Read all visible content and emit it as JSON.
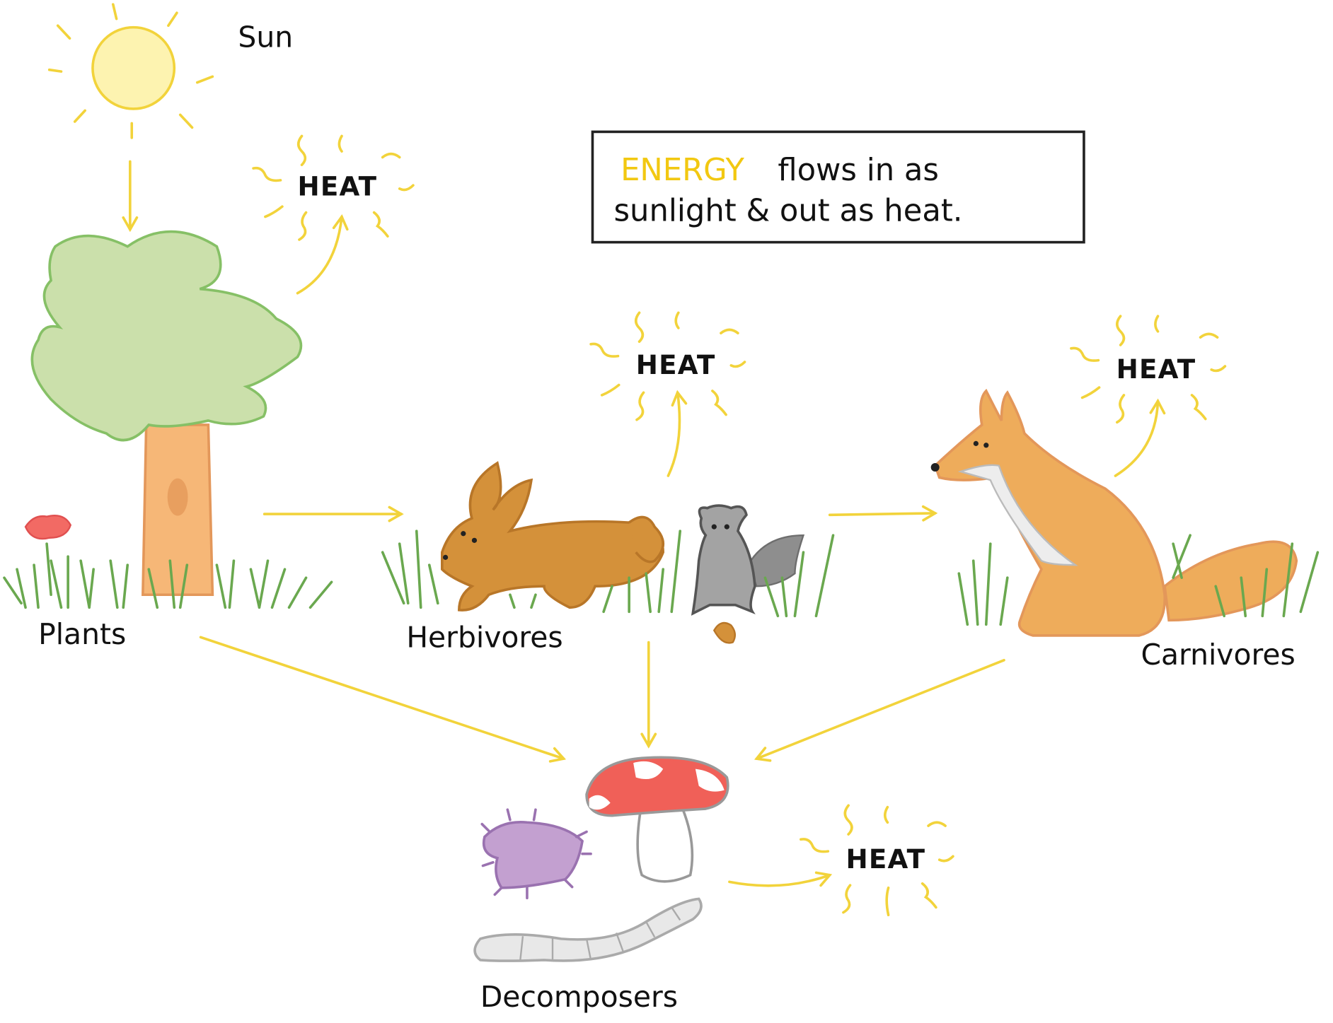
{
  "title": "Energy flow through an ecosystem",
  "labels": {
    "sun": "Sun",
    "plants": "Plants",
    "herbivores": "Herbivores",
    "carnivores": "Carnivores",
    "decomposers": "Decomposers"
  },
  "heat_labels": [
    "HEAT",
    "HEAT",
    "HEAT",
    "HEAT"
  ],
  "callout": {
    "highlight": "ENERGY",
    "line1_rest": "flows in as",
    "line2": "sunlight & out as heat."
  },
  "colors": {
    "energy": "#f2d33b",
    "sun_fill": "#fdf3b0",
    "foliage": "#cbe0ab",
    "trunk": "#f6b777",
    "rabbit": "#d4913a",
    "squirrel": "#a3a3a3",
    "fox": "#eeac5b",
    "mushroom": "#f06058",
    "bug": "#c3a0d0"
  }
}
